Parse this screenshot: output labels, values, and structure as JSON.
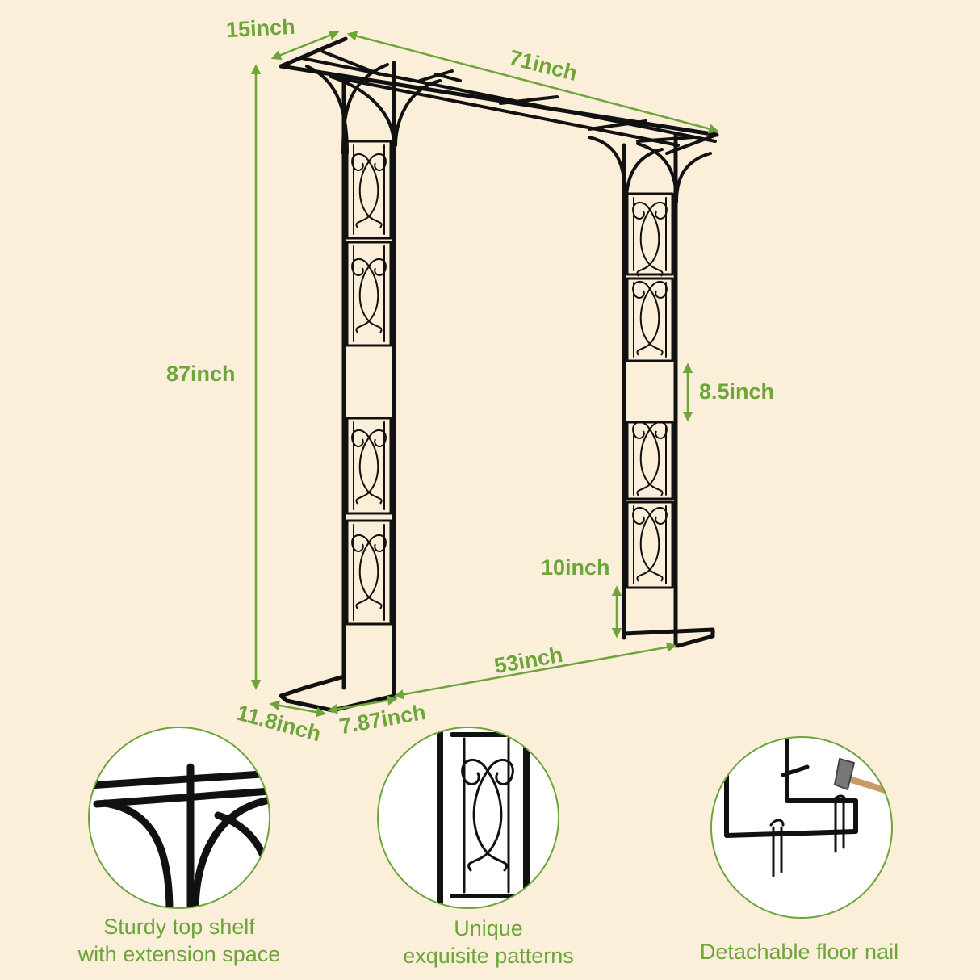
{
  "colors": {
    "background": "#fcefd9",
    "accent": "#6da53a",
    "frame": "#111111"
  },
  "dimensions": {
    "depth_top": "15inch",
    "width_top": "71inch",
    "height": "87inch",
    "panel_spacing": "8.5inch",
    "ground_clearance": "10inch",
    "inner_width": "53inch",
    "base_depth": "11.8inch",
    "post_spacing": "7.87inch"
  },
  "features": [
    {
      "line1": "Sturdy top shelf",
      "line2": "with extension space",
      "icon": "top-shelf-detail"
    },
    {
      "line1": "Unique",
      "line2": "exquisite patterns",
      "icon": "pattern-detail"
    },
    {
      "line1": "Detachable floor nail",
      "line2": "",
      "icon": "floor-nail-detail"
    }
  ]
}
